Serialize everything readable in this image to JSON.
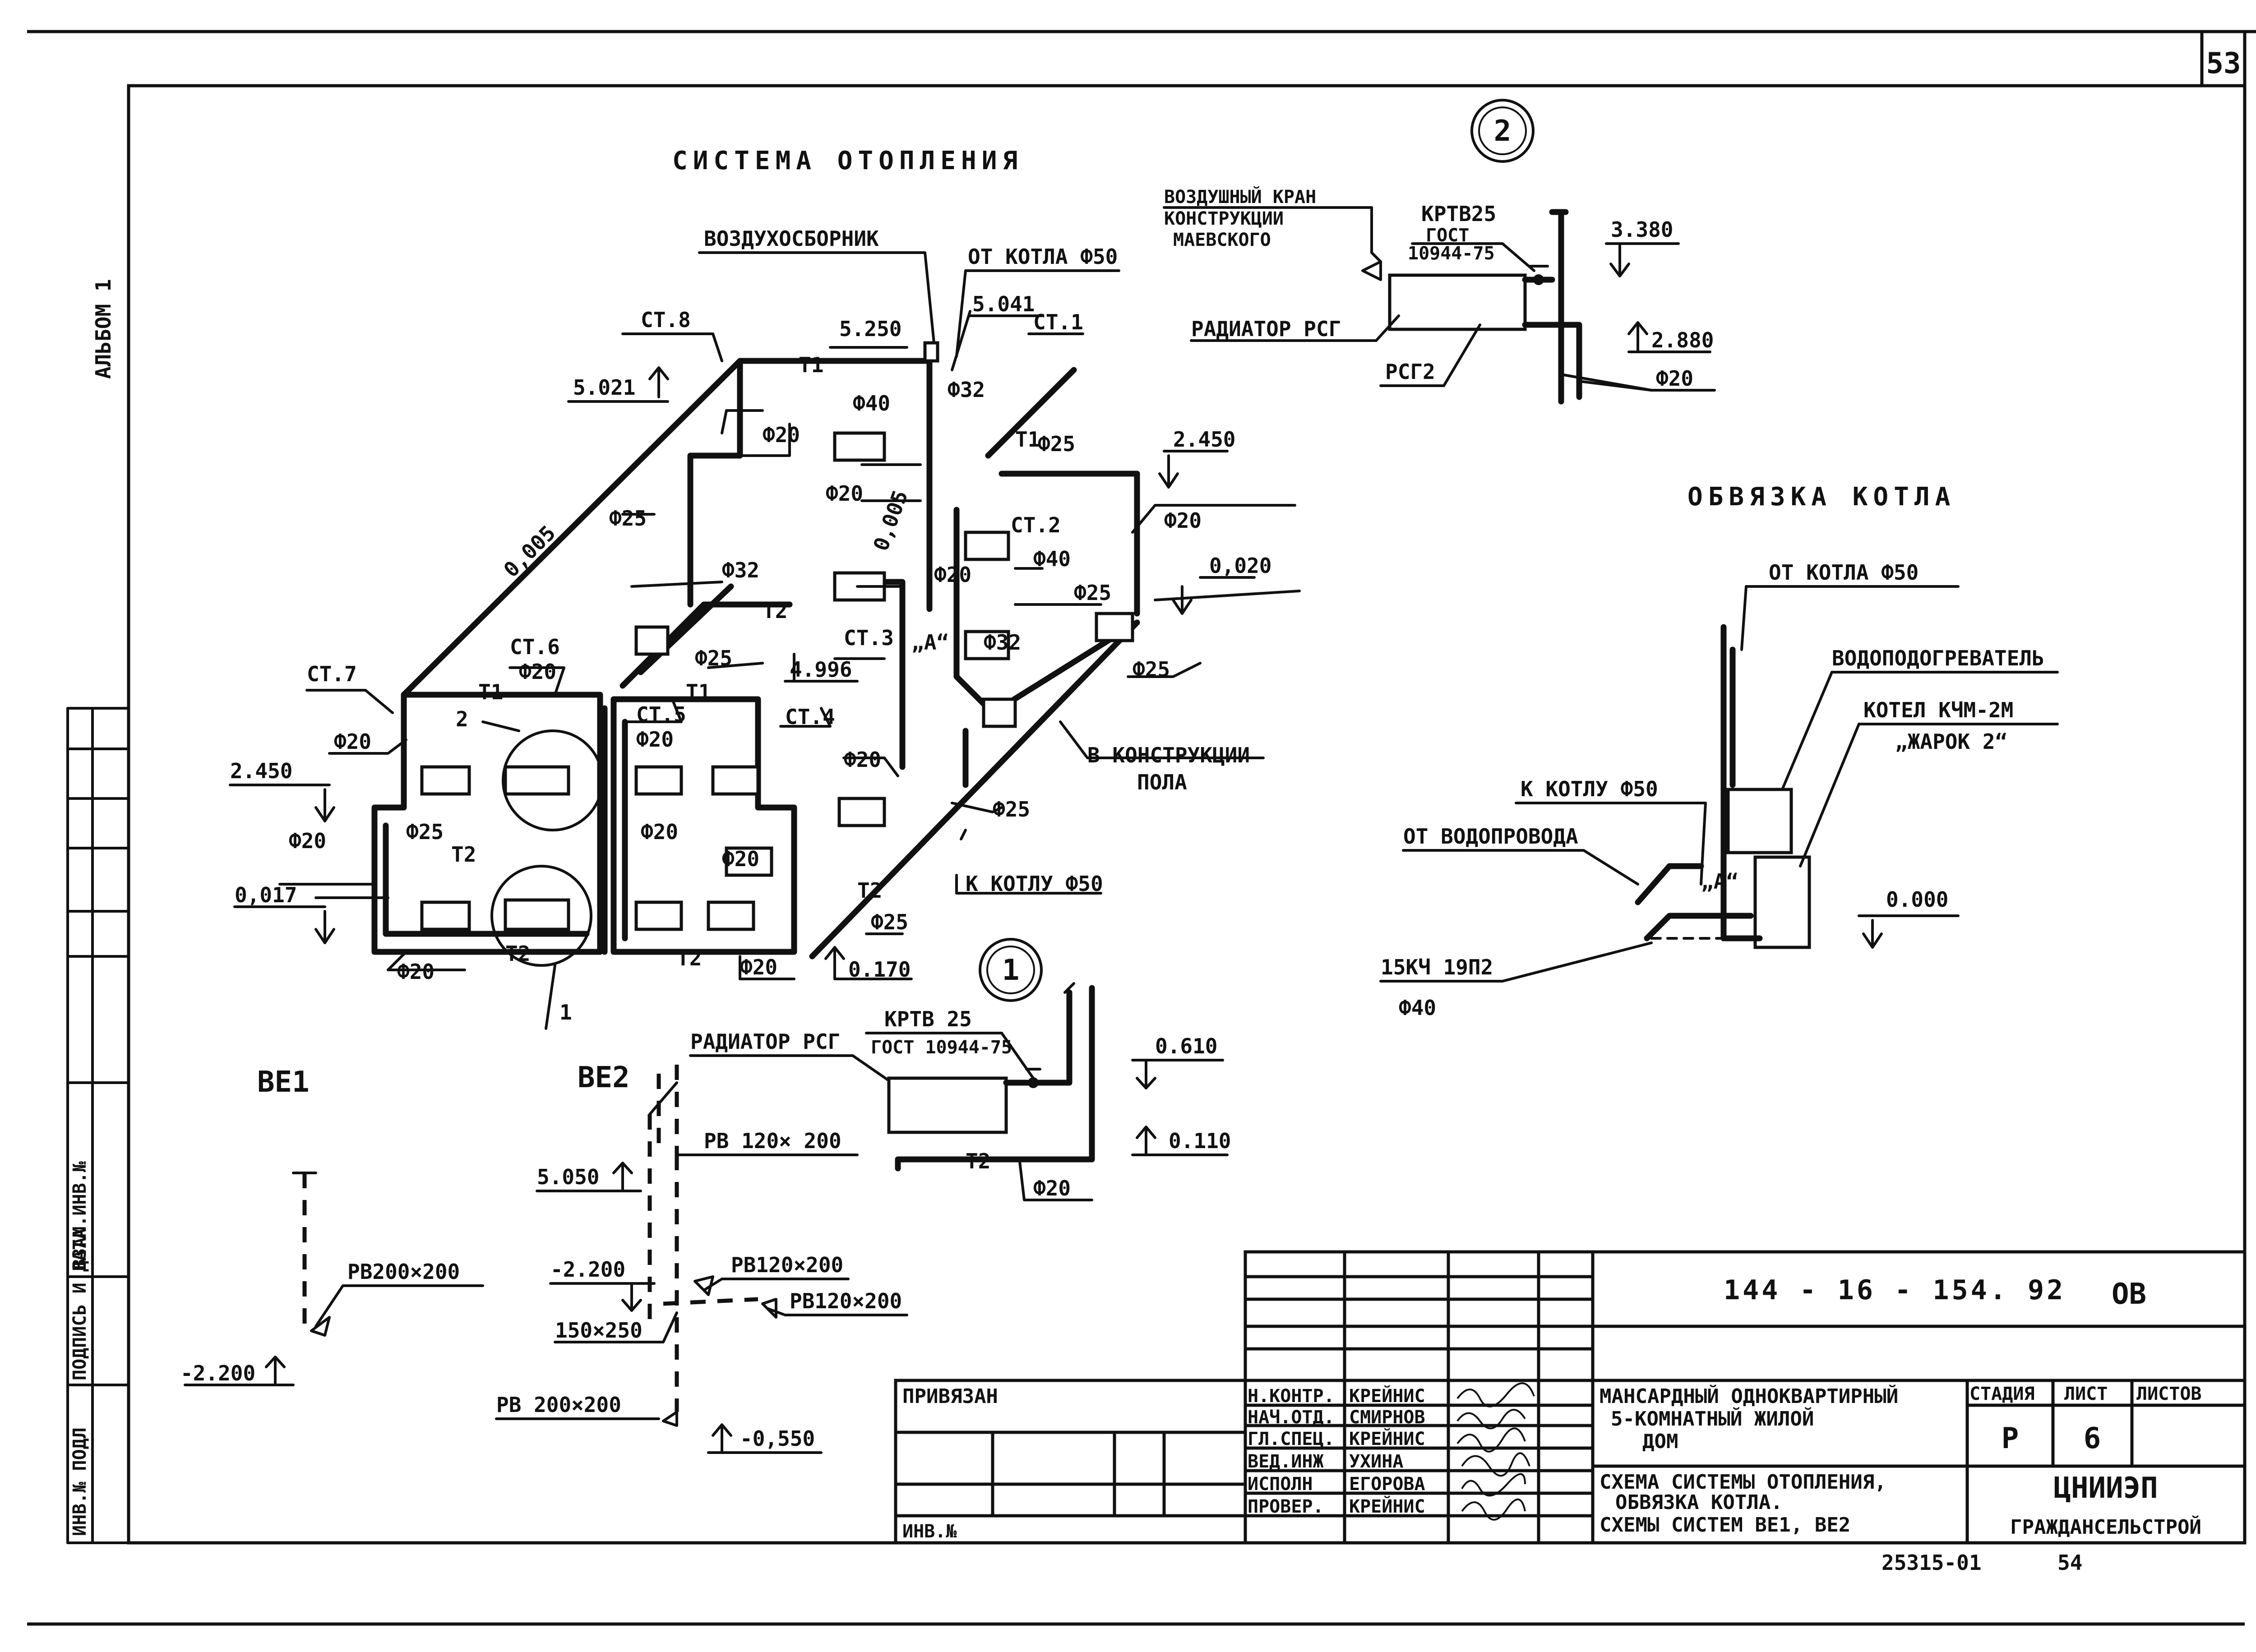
{
  "page_number": "53",
  "album_label": "АЛЬБОМ 1",
  "main": {
    "title": "СИСТЕМА ОТОПЛЕНИЯ",
    "labels": {
      "air_collector": "ВОЗДУХОСБОРНИК",
      "from_boiler_50": "ОТ КОТЛА Ф50",
      "to_boiler_50": "К КОТЛУ Ф50",
      "in_floor_1": "В КОНСТРУКЦИИ",
      "in_floor_2": "ПОЛА",
      "st1": "СТ.1",
      "st2": "СТ.2",
      "st3": "СТ.3",
      "st4": "СТ.4",
      "st5": "СТ.5",
      "st6": "СТ.6",
      "st7": "СТ.7",
      "st8": "СТ.8",
      "t1": "Т1",
      "t2": "Т2",
      "slope_a": "0,005",
      "slope_b": "0,005",
      "point_a": "„А“",
      "callout_1": "1",
      "callout_2": "2",
      "d20": "Ф20",
      "d25": "Ф25",
      "d32": "Ф32",
      "d40": "Ф40"
    },
    "levels": {
      "l5021": "5.021",
      "l5250": "5.250",
      "l5041": "5.041",
      "l2450a": "2.450",
      "l2450b": "2.450",
      "l0020": "0,020",
      "l4996": "4.996",
      "l0017": "0,017",
      "l0170": "0.170"
    }
  },
  "detail2": {
    "number": "2",
    "air_valve_1": "ВОЗДУШНЫЙ КРАН",
    "air_valve_2": "КОНСТРУКЦИИ",
    "air_valve_3": "МАЕВСКОГО",
    "krtv": "КРТВ25",
    "gost1": "ГОСТ",
    "gost2": "10944-75",
    "radiator": "РАДИАТОР РСГ",
    "rsg2": "РСГ2",
    "d20": "Ф20",
    "lvl_top": "3.380",
    "lvl_bottom": "2.880"
  },
  "boiler": {
    "title": "ОБВЯЗКА КОТЛА",
    "from_boiler": "ОТ КОТЛА Ф50",
    "water_heater": "ВОДОПОДОГРЕВАТЕЛЬ",
    "boiler_line1": "КОТЕЛ КЧМ-2М",
    "boiler_line2": "„ЖАРОК 2“",
    "to_boiler": "К КОТЛУ Ф50",
    "from_water": "ОТ ВОДОПРОВОДА",
    "point_a": "„А“",
    "valve": "15КЧ 19П2",
    "valve_d": "Ф40",
    "level": "0.000"
  },
  "detail1": {
    "number": "1",
    "radiator": "РАДИАТОР РСГ",
    "krtv": "КРТВ 25",
    "gost": "ГОСТ 10944-75",
    "t2": "Т2",
    "d20": "Ф20",
    "lvl_top": "0.610",
    "lvl_bottom": "0.110"
  },
  "ventilation": {
    "be1": "ВЕ1",
    "be2": "ВЕ2",
    "pv200_a": "РВ200×200",
    "lvl_m2200_a": "-2.200",
    "pv120_a": "РВ 120× 200",
    "lvl_5050": "5.050",
    "lvl_m2200_b": "-2.200",
    "pv120_b": "РВ120×200",
    "pv120_c": "РВ120×200",
    "duct": "150×250",
    "pv200_b": "РВ 200×200",
    "lvl_m0550": "-0,550"
  },
  "side_stamp": {
    "col1": "ИНВ.№ ПОДЛ",
    "col2": "ПОДПИСЬ И ДАТА",
    "col3": "ВЗАМ.ИНВ.№"
  },
  "title_block": {
    "code": "144 - 16 - 154. 92",
    "mark": "ОВ",
    "privyazan": "ПРИВЯЗАН",
    "inv": "ИНВ.№",
    "roles": [
      "Н.КОНТР.",
      "НАЧ.ОТД.",
      "ГЛ.СПЕЦ.",
      "ВЕД.ИНЖ",
      "ИСПОЛН",
      "ПРОВЕР."
    ],
    "names": [
      "КРЕЙНИС",
      "СМИРНОВ",
      "КРЕЙНИС",
      "УХИНА",
      "ЕГОРОВА",
      "КРЕЙНИС"
    ],
    "project_1": "МАНСАРДНЫЙ ОДНОКВАРТИРНЫЙ",
    "project_2": "5-КОМНАТНЫЙ ЖИЛОЙ",
    "project_3": "ДОМ",
    "sheet_1": "СХЕМА СИСТЕМЫ ОТОПЛЕНИЯ,",
    "sheet_2": "ОБВЯЗКА КОТЛА.",
    "sheet_3": "СХЕМЫ СИСТЕМ ВЕ1, ВЕ2",
    "stage_h": "СТАДИЯ",
    "list_h": "ЛИСТ",
    "lists_h": "ЛИСТОВ",
    "stage": "Р",
    "list": "6",
    "org_1": "ЦНИИЭП",
    "org_2": "ГРАЖДАНСЕЛЬСТРОЙ"
  },
  "footer": {
    "doc_no": "25315-01",
    "page": "54"
  }
}
